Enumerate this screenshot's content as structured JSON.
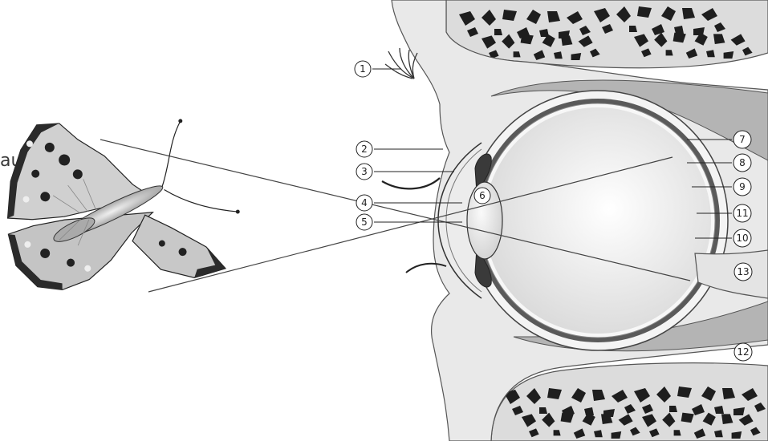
{
  "side_label": "aut",
  "labels": [
    {
      "n": "1"
    },
    {
      "n": "2"
    },
    {
      "n": "3"
    },
    {
      "n": "4"
    },
    {
      "n": "5"
    },
    {
      "n": "6"
    },
    {
      "n": "7"
    },
    {
      "n": "8"
    },
    {
      "n": "9"
    },
    {
      "n": "10"
    },
    {
      "n": "11"
    },
    {
      "n": "12"
    },
    {
      "n": "13"
    }
  ],
  "colors": {
    "skin": "#e9e9e9",
    "skin_line": "#555555",
    "bone": "#dcdcdc",
    "bone_pore": "#1e1e1e",
    "muscle": "#b4b4b4",
    "choroid": "#5a5a5a",
    "sclera": "#f4f4f4",
    "vitreous": "#f2f2f2",
    "lens": "#e6e6e6",
    "butterfly_dark": "#2b2b2b",
    "butterfly_light": "#bdbdbd"
  },
  "icons": [
    "butterfly-image",
    "inverted-butterfly-image",
    "eyelashes-icon"
  ]
}
